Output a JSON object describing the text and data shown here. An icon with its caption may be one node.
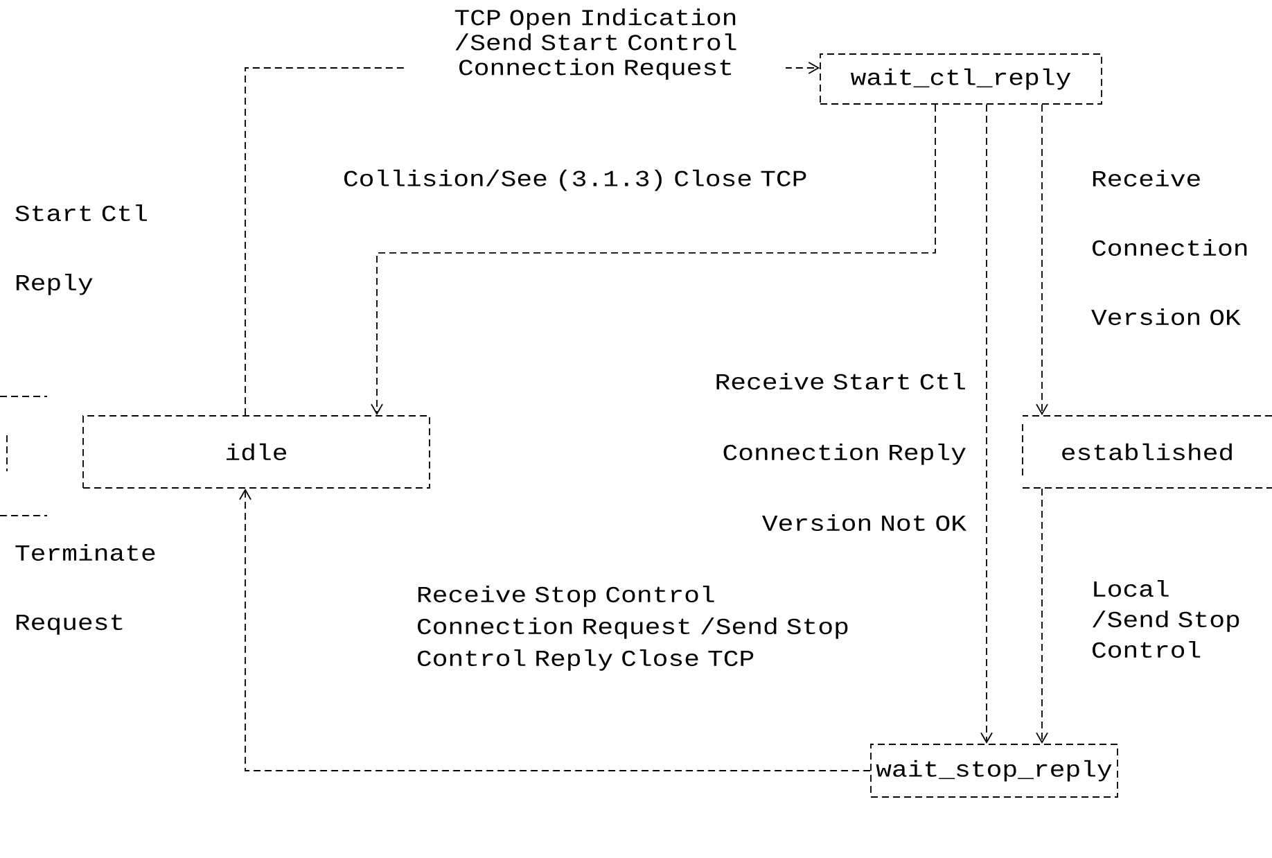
{
  "diagram": {
    "nodes": [
      {
        "text": [
          "wait_ctl_reply"
        ]
      },
      {
        "text": [
          "idle"
        ]
      },
      {
        "text": [
          "established"
        ]
      },
      {
        "text": [
          "wait_stop_reply"
        ]
      }
    ],
    "edges": [
      {
        "from": 1,
        "to": 0,
        "arrow": "to",
        "label": "TCP Open Indication /Send Start Control Connection Request"
      },
      {
        "from": 0,
        "to": 1,
        "arrow": "to",
        "label": "Collision/See (3.1.3) Close TCP"
      },
      {
        "from": 0,
        "to": 2,
        "arrow": "to",
        "label": "Receive Connection Version OK"
      },
      {
        "from": 0,
        "to": 3,
        "arrow": "to",
        "label": "Receive Start Ctl Connection Reply Version Not OK"
      },
      {
        "from": 2,
        "to": 3,
        "arrow": "to",
        "label": "Local /Send Stop Control"
      },
      {
        "from": 3,
        "to": 1,
        "arrow": "to",
        "label": "Receive Stop Control Connection Request /Send Stop Control Reply Close TCP"
      }
    ],
    "labels": [
      "Start Ctl Reply",
      "Terminate Request"
    ]
  }
}
